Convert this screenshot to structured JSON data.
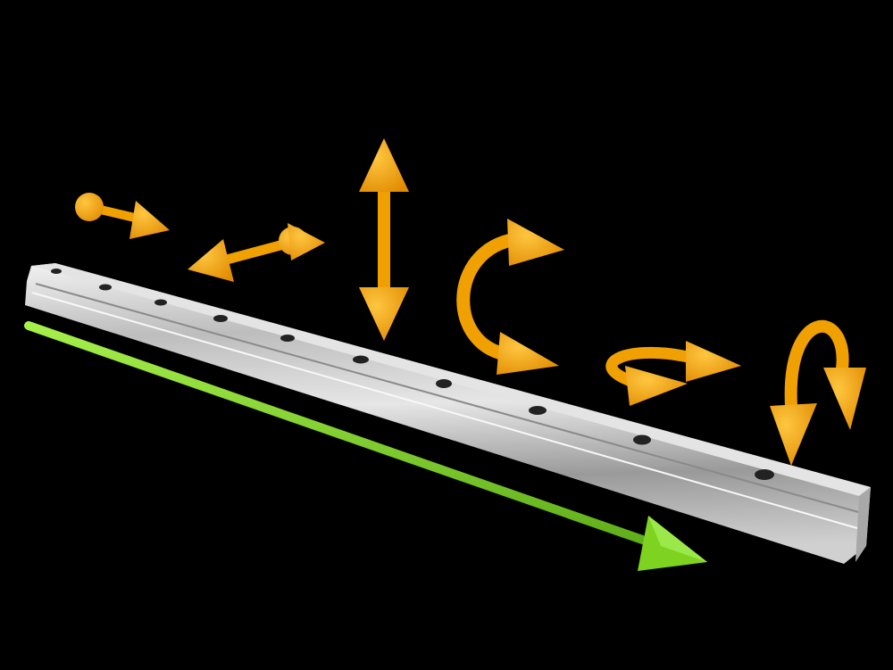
{
  "scene": {
    "background_color": "#000000",
    "rail_color": "#c8c8c8",
    "linear_axis_color": "#7ed321",
    "motion_arrow_color": "#f5a200",
    "icons": [
      "linear-guide-rail",
      "linear-axis-arrow",
      "double-arrow",
      "rotation-arrow"
    ]
  }
}
